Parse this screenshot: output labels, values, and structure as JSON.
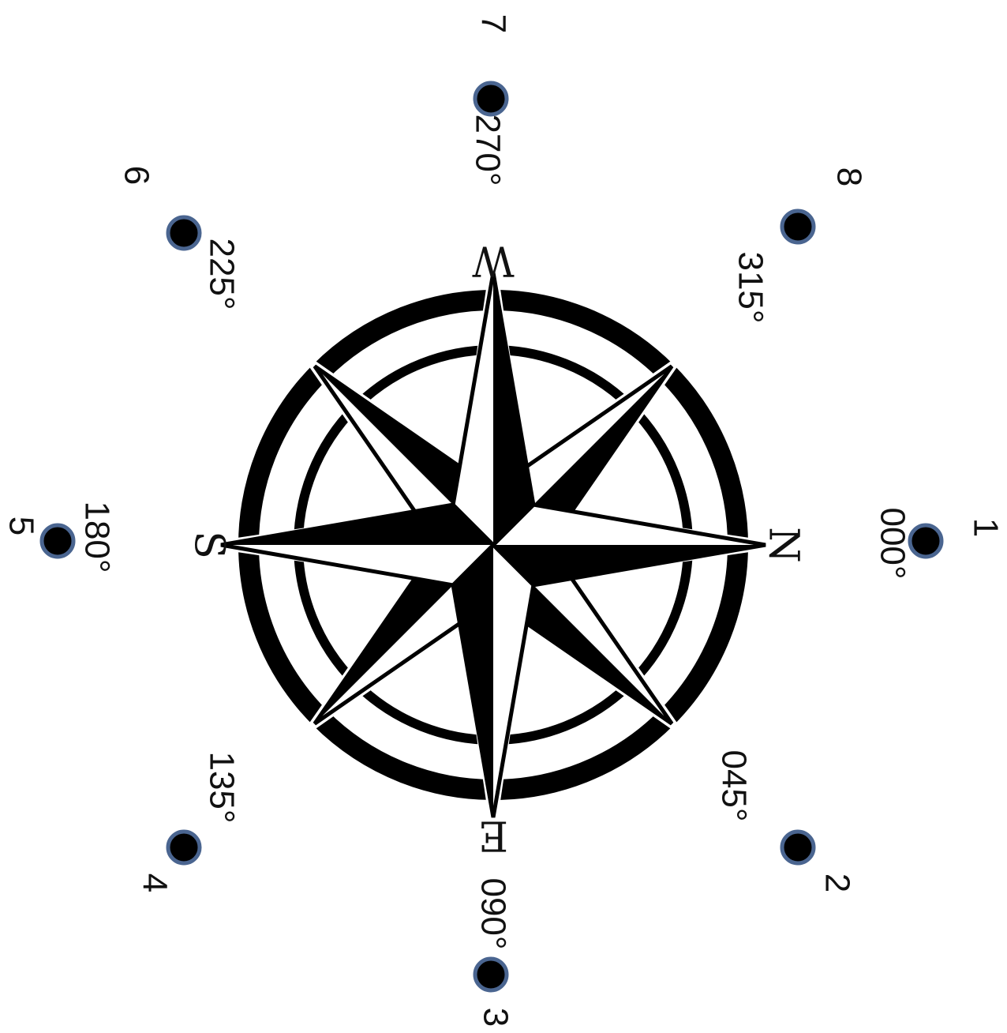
{
  "diagram": {
    "cardinals": [
      {
        "id": "n",
        "label": "N"
      },
      {
        "id": "e",
        "label": "E"
      },
      {
        "id": "s",
        "label": "S"
      },
      {
        "id": "w",
        "label": "W"
      }
    ],
    "points": [
      {
        "id": "p1",
        "number": "1",
        "bearing": "000°"
      },
      {
        "id": "p2",
        "number": "2",
        "bearing": "045°"
      },
      {
        "id": "p3",
        "number": "3",
        "bearing": "090°"
      },
      {
        "id": "p4",
        "number": "4",
        "bearing": "135°"
      },
      {
        "id": "p5",
        "number": "5",
        "bearing": "180°"
      },
      {
        "id": "p6",
        "number": "6",
        "bearing": "225°"
      },
      {
        "id": "p7",
        "number": "7",
        "bearing": "270°"
      },
      {
        "id": "p8",
        "number": "8",
        "bearing": "315°"
      }
    ],
    "colors": {
      "ink": "#000000",
      "dot_outline": "#4a6590",
      "background": "#ffffff"
    },
    "icons": [
      "compass-rose-icon",
      "marker-dot-icon"
    ]
  }
}
